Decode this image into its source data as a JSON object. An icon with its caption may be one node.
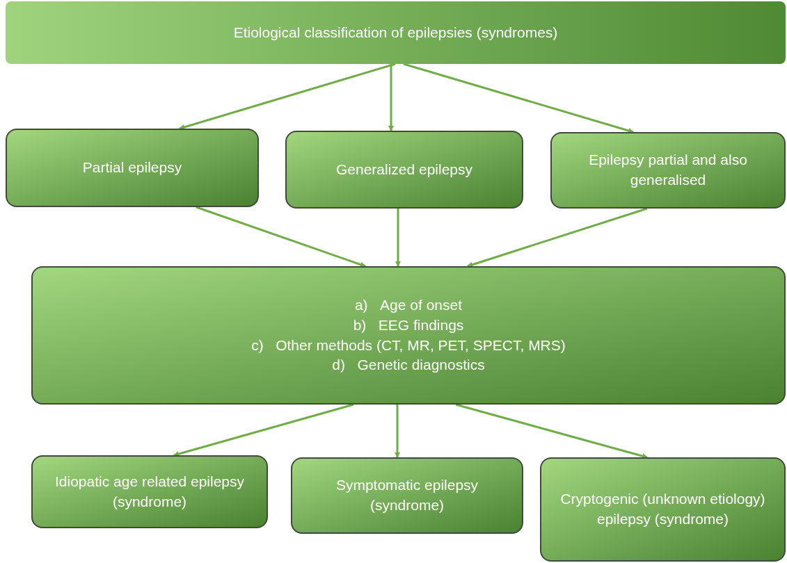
{
  "diagram": {
    "nodes": [
      {
        "text": [
          "Etiological classification of epilepsies (syndromes)"
        ]
      },
      {
        "text": [
          "Partial epilepsy"
        ]
      },
      {
        "text": [
          "Generalized epilepsy"
        ]
      },
      {
        "text": [
          "Epilepsy partial and also generalised"
        ]
      },
      {
        "text": [
          "a)   Age of onset",
          "b)   EEG findings",
          "c)   Other methods (CT, MR, PET, SPECT, MRS)",
          "d)   Genetic diagnostics"
        ]
      },
      {
        "text": [
          "Idiopatic age related epilepsy (syndrome)"
        ]
      },
      {
        "text": [
          "Symptomatic epilepsy (syndrome)"
        ]
      },
      {
        "text": [
          "Cryptogenic (unknown etiology) epilepsy (syndrome)"
        ]
      }
    ],
    "edges": [
      {
        "from": 0,
        "to": 1,
        "arrow": "to"
      },
      {
        "from": 0,
        "to": 2,
        "arrow": "to"
      },
      {
        "from": 0,
        "to": 3,
        "arrow": "to"
      },
      {
        "from": 1,
        "to": 4,
        "arrow": "to"
      },
      {
        "from": 2,
        "to": 4,
        "arrow": "to"
      },
      {
        "from": 3,
        "to": 4,
        "arrow": "to"
      },
      {
        "from": 4,
        "to": 5,
        "arrow": "to"
      },
      {
        "from": 4,
        "to": 6,
        "arrow": "to"
      },
      {
        "from": 4,
        "to": 7,
        "arrow": "to"
      }
    ]
  }
}
